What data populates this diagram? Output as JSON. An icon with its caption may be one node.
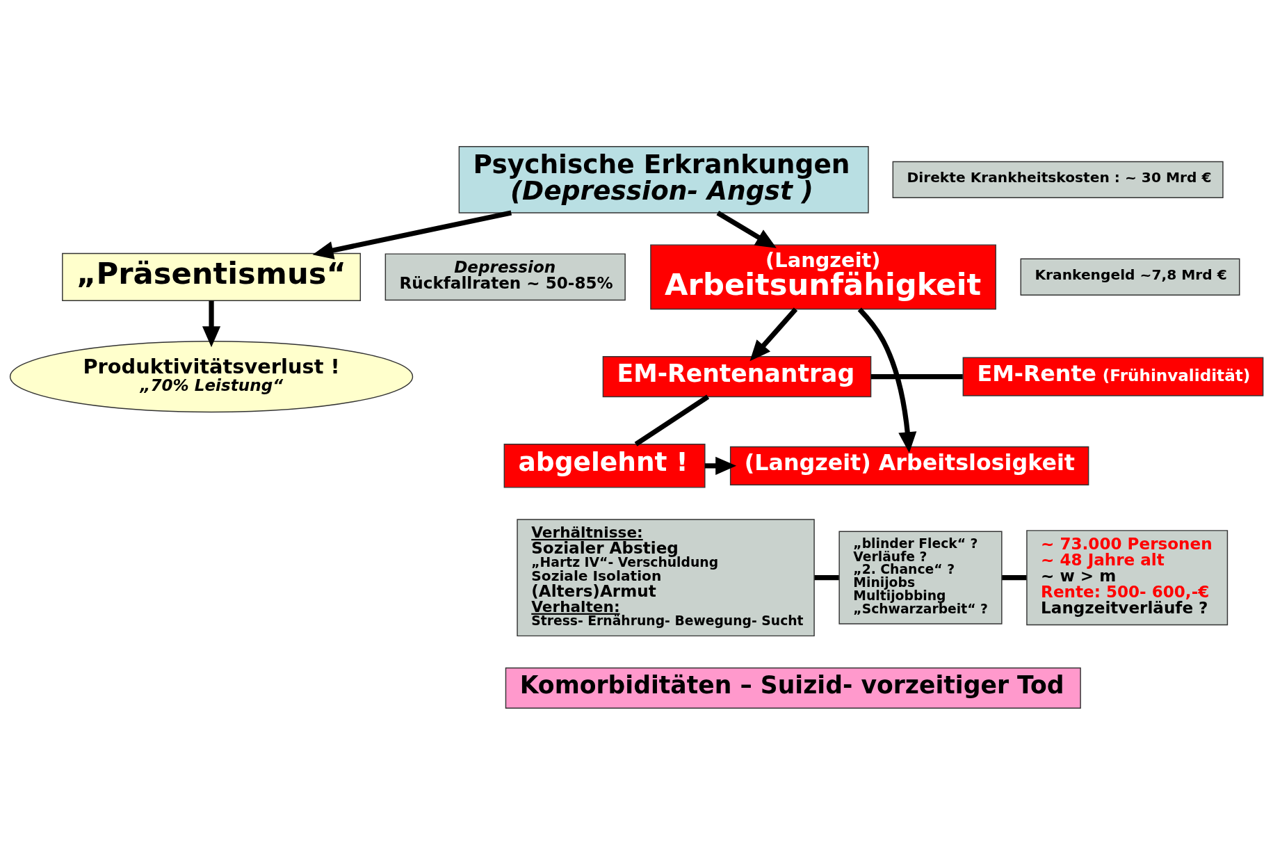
{
  "diagram": {
    "nodes": [
      {
        "text": [
          "Psychische Erkrankungen",
          "(Depression- Angst )"
        ]
      },
      {
        "text": [
          "Direkte Krankheitskosten : ~ 30 Mrd €"
        ]
      },
      {
        "text": [
          "„Präsentismus“"
        ]
      },
      {
        "text": [
          "Depression",
          "Rückfallraten ~ 50-85%"
        ]
      },
      {
        "text": [
          "(Langzeit)",
          "Arbeitsunfähigkeit"
        ]
      },
      {
        "text": [
          "Krankengeld ~7,8 Mrd €"
        ]
      },
      {
        "text": [
          "Produktivitätsverlust !",
          "„70% Leistung“"
        ]
      },
      {
        "text": [
          "EM-Rentenantrag"
        ]
      },
      {
        "text": [
          "(Langzeit) Arbeitslosigkeit"
        ]
      },
      {
        "text": [
          "abgelehnt !"
        ]
      },
      {
        "text": [
          "EM-Rente",
          "(Frühinvalidität)"
        ]
      },
      {
        "text": [
          "Verhältnisse:",
          "Sozialer Abstieg",
          "„Hartz IV“- Verschuldung",
          "Soziale Isolation",
          "(Alters)Armut",
          "Verhalten:",
          "Stress- Ernährung- Bewegung- Sucht"
        ]
      },
      {
        "text": [
          "„blinder Fleck“ ?",
          "Verläufe ?",
          "„2. Chance“ ?",
          "Minijobs",
          "Multijobbing",
          "„Schwarzarbeit“ ?"
        ]
      },
      {
        "text": [
          "~ 73.000 Personen",
          "~ 48 Jahre alt",
          "~ w > m",
          "Rente: 500- 600,-€",
          "Langzeitverläufe ?"
        ]
      },
      {
        "text": [
          "Komorbiditäten – Suizid- vorzeitiger Tod"
        ]
      }
    ],
    "edges": [
      {
        "from": 0,
        "to": 4,
        "arrow": "to"
      },
      {
        "from": 0,
        "to": 2,
        "arrow": "to"
      },
      {
        "from": 2,
        "to": 6,
        "arrow": "to"
      },
      {
        "from": 4,
        "to": 8,
        "arrow": "to"
      },
      {
        "from": 4,
        "to": 7,
        "arrow": "to"
      },
      {
        "from": 7,
        "to": 9,
        "arrow": "none"
      },
      {
        "from": 7,
        "to": 10,
        "arrow": "none"
      },
      {
        "from": 9,
        "to": 8,
        "arrow": "to"
      },
      {
        "from": 11,
        "to": 12,
        "arrow": "none"
      },
      {
        "from": 12,
        "to": 13,
        "arrow": "none"
      }
    ]
  }
}
